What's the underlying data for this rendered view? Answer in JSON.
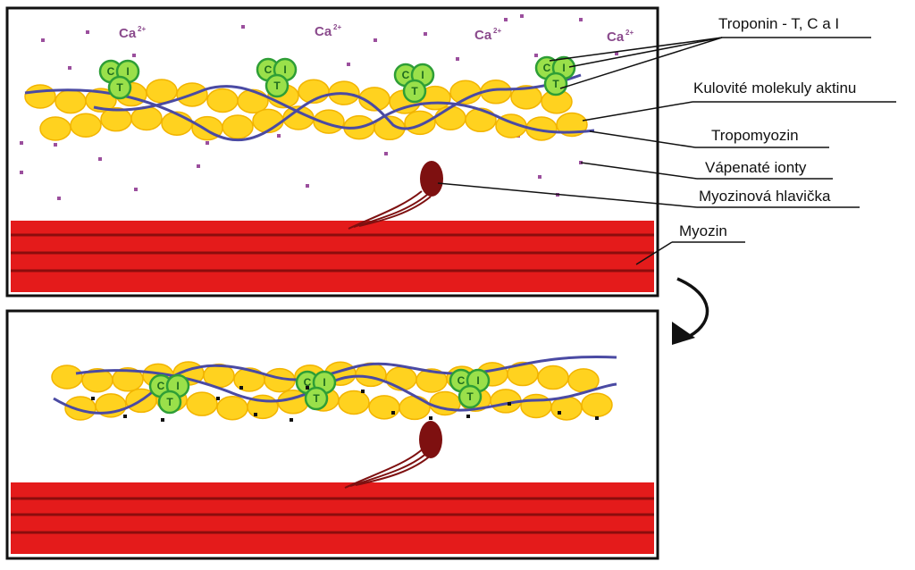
{
  "labels": {
    "troponin": "Troponin - T, C a I",
    "actin": "Kulovité molekuly aktinu",
    "tropomyosin": "Tropomyozin",
    "calcium_ions": "Vápenaté ionty",
    "myosin_head": "Myozinová hlavička",
    "myosin": "Myozin"
  },
  "calcium": {
    "base": "Ca",
    "charge": "2+"
  },
  "troponin_letters": {
    "c": "C",
    "i": "I",
    "t": "T"
  },
  "colors": {
    "actin_fill": "#ffd21f",
    "actin_stroke": "#f2b400",
    "tropomyosin": "#4a4aa3",
    "troponin_fill": "#9ae04a",
    "troponin_stroke": "#2e9e36",
    "ion": "#9b4f9d",
    "myosin": "#e41b1b",
    "myosin_line": "#8b0d0d",
    "myosin_head": "#7e1010",
    "frame": "#111111"
  }
}
